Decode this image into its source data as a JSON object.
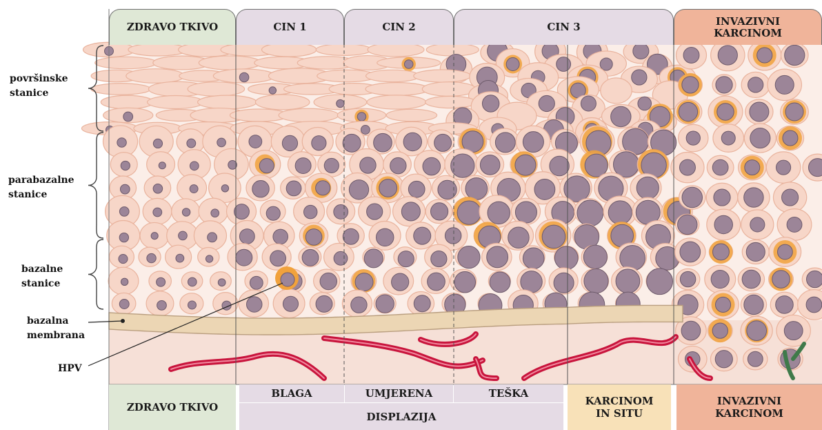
{
  "header": {
    "zdravo": "ZDRAVO TKIVO",
    "cin1": "CIN 1",
    "cin2": "CIN 2",
    "cin3": "CIN 3",
    "invazivni_line1": "INVAZIVNI",
    "invazivni_line2": "KARCINOM"
  },
  "footer": {
    "zdravo": "ZDRAVO TKIVO",
    "blaga": "BLAGA",
    "umjerena": "UMJERENA",
    "teska": "TEŠKA",
    "displazija": "DISPLAZIJA",
    "insitu_line1": "KARCINOM",
    "insitu_line2": "IN SITU",
    "invazivni_line1": "INVAZIVNI",
    "invazivni_line2": "KARCINOM"
  },
  "labels": {
    "povrsinske_1": "površinske",
    "povrsinske_2": "stanice",
    "parabazalne_1": "parabazalne",
    "parabazalne_2": "stanice",
    "bazalne_1": "bazalne",
    "bazalne_2": "stanice",
    "membrana_1": "bazalna",
    "membrana_2": "membrana",
    "hpv": "HPV"
  },
  "colors": {
    "healthy": "#dfe8d6",
    "cin": "#e5dbe5",
    "in_situ": "#f8e1b8",
    "invasive": "#f0b49a",
    "cell": "#f7d6c8",
    "cell_edge": "#e9b39d",
    "nucleus": "#9c8598",
    "nucleus_edge": "#6d5a6b",
    "halo": "#f1a23c",
    "membrane": "#ecd6b4",
    "stroma": "#f6e0d7",
    "vessel": "#c8143c",
    "vessel_green": "#3f7a4a"
  }
}
